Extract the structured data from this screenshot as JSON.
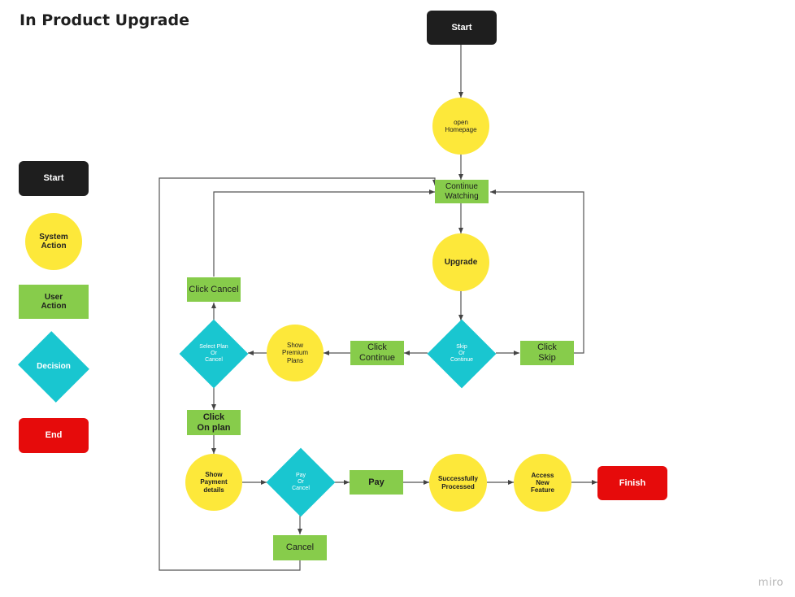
{
  "title": "In Product Upgrade",
  "watermark": "miro",
  "colors": {
    "terminal_start": "#1e1e1e",
    "system_action": "#fde83a",
    "user_action": "#87cc4b",
    "decision": "#19c6d0",
    "end": "#e60b0b",
    "connector": "#555555"
  },
  "legend": {
    "start": "Start",
    "system_action": "System\nAction",
    "user_action": "User\nAction",
    "decision": "Decision",
    "end": "End"
  },
  "nodes": {
    "start": "Start",
    "open_homepage": "open\nHomepage",
    "continue_watching": "Continue\nWatching",
    "upgrade": "Upgrade",
    "skip_or_continue": "Skip\nOr\nContinue",
    "click_skip": "Click\nSkip",
    "click_continue": "Click\nContinue",
    "show_premium_plans": "Show\nPremium\nPlans",
    "select_plan_or_cancel": "Select Plan\nOr\nCancel",
    "click_cancel": "Click Cancel",
    "click_on_plan": "Click\nOn plan",
    "show_payment_details": "Show\nPayment\ndetails",
    "pay_or_cancel": "Pay\nOr\nCancel",
    "pay": "Pay",
    "cancel": "Cancel",
    "successfully_processed": "Successfully\nProcessed",
    "access_new_feature": "Access\nNew\nFeature",
    "finish": "Finish"
  }
}
